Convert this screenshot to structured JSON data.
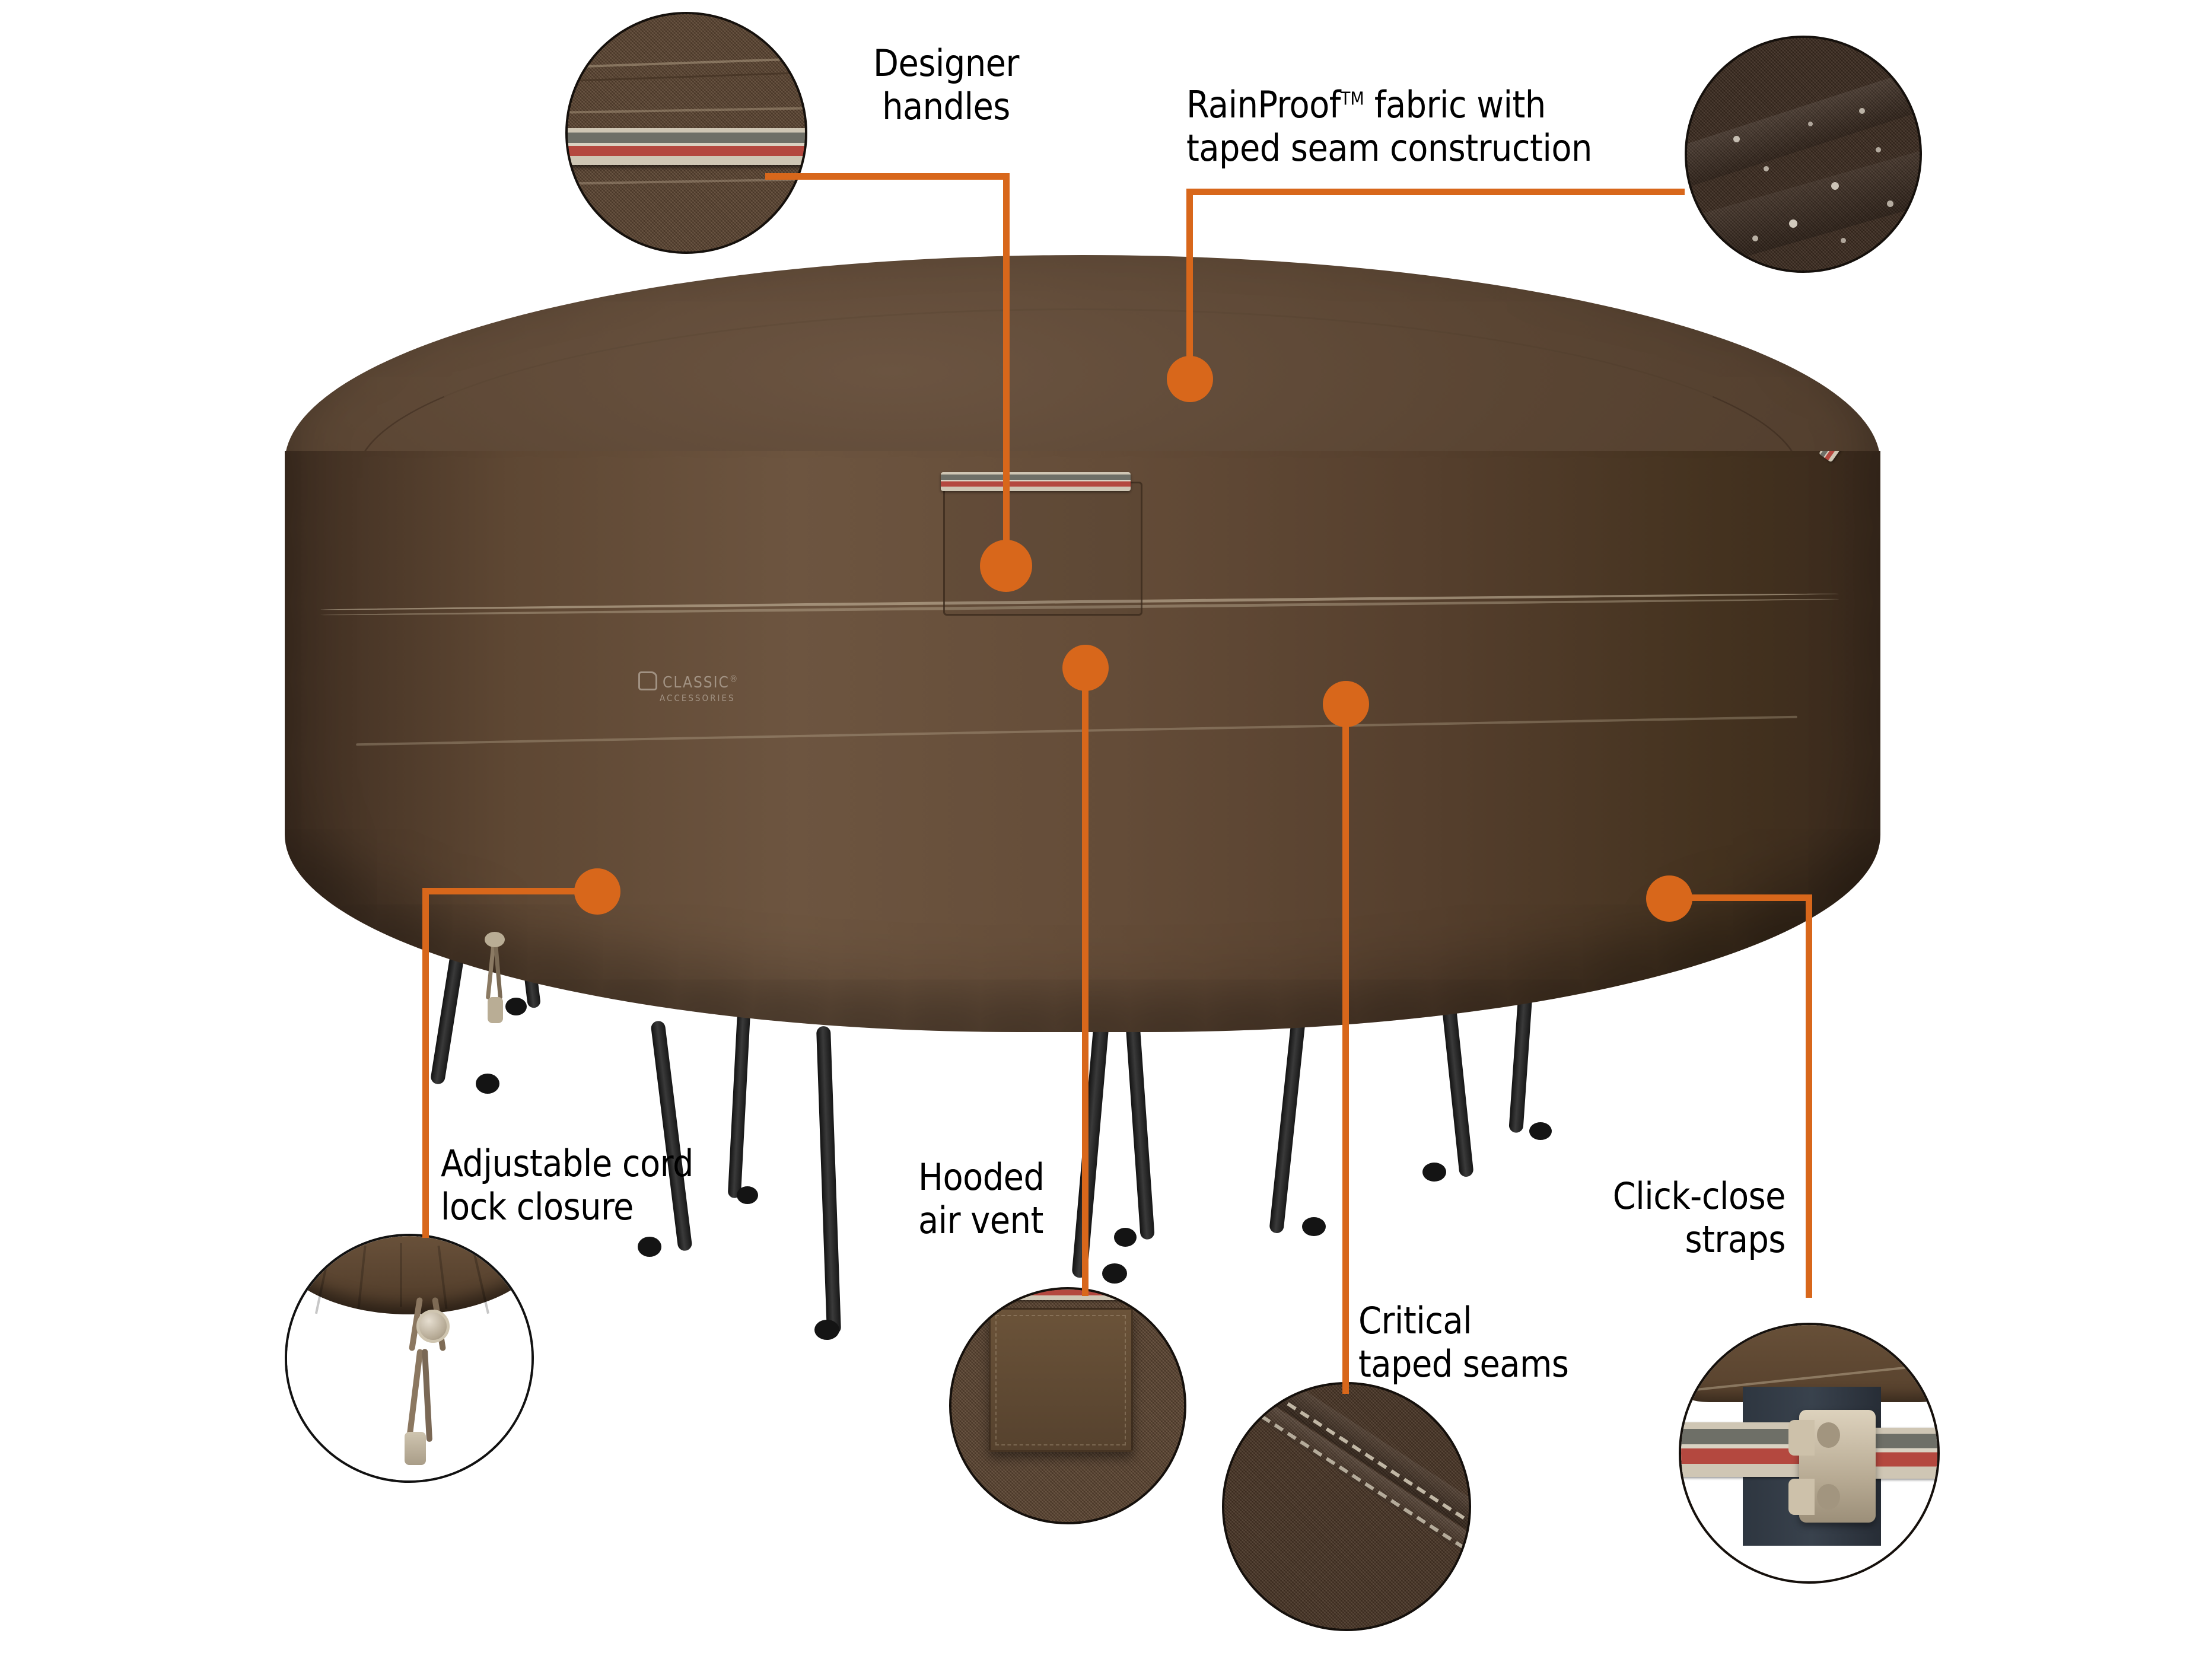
{
  "product": {
    "brand_logo": {
      "main": "CLASSIC",
      "registered": "®",
      "sub": "ACCESSORIES"
    },
    "description": "Round patio table and chair set cover in dark brown fabric, shown over a table with black chair legs visible beneath"
  },
  "accent_color": "#D8671B",
  "text_color": "#000000",
  "background_color": "#FFFFFF",
  "fabric_color": "#5A4533",
  "callouts": [
    {
      "id": "designer-handles",
      "label": "Designer\nhandles",
      "align": "center",
      "inset_icon": "handle-webbing-closeup",
      "inset_description": "Close-up of striped webbing carry handle stitched to brown fabric"
    },
    {
      "id": "rainproof-fabric",
      "label_prefix": "RainProof",
      "label_tm": "TM",
      "label_suffix": " fabric with",
      "label_line2": "taped seam construction",
      "align": "center",
      "inset_icon": "water-beading-fabric-closeup",
      "inset_description": "Water droplets beading on dark brown waterproof fabric"
    },
    {
      "id": "adjustable-cord-lock",
      "label": "Adjustable cord\nlock closure",
      "align": "center",
      "inset_icon": "cord-lock-toggle-closeup",
      "inset_description": "Tan plastic barrel cord lock with elastic drawcord at cover hem"
    },
    {
      "id": "hooded-air-vent",
      "label": "Hooded\nair vent",
      "align": "center",
      "inset_icon": "hooded-vent-closeup",
      "inset_description": "Square stitched flap vent panel on brown fabric"
    },
    {
      "id": "critical-taped-seams",
      "label": "Critical\ntaped seams",
      "align": "center",
      "inset_icon": "taped-seam-closeup",
      "inset_description": "Diagonal taped seam with double row of stitching"
    },
    {
      "id": "click-close-straps",
      "label": "Click-close\nstraps",
      "align": "center",
      "inset_icon": "side-release-buckle-closeup",
      "inset_description": "Tan side-release buckle joining striped webbing straps under the cover hem"
    }
  ]
}
